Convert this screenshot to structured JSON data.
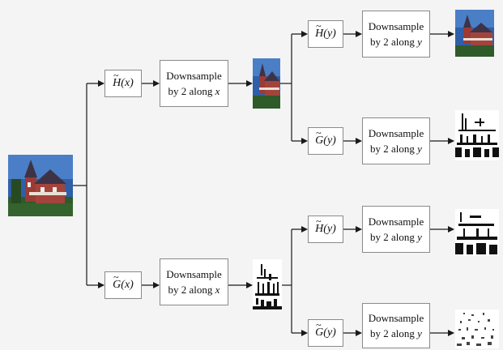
{
  "filters": {
    "hx": {
      "symbol": "H",
      "arg": "(x)"
    },
    "gx": {
      "symbol": "G",
      "arg": "(x)"
    },
    "hy1": {
      "symbol": "H",
      "arg": "(y)"
    },
    "gy1": {
      "symbol": "G",
      "arg": "(y)"
    },
    "hy2": {
      "symbol": "H",
      "arg": "(y)"
    },
    "gy2": {
      "symbol": "G",
      "arg": "(y)"
    }
  },
  "downsample": {
    "word": "Downsample",
    "along": "by 2 along",
    "x": "x",
    "y": "y"
  },
  "images": {
    "input": "house-photo",
    "low_x": "house-photo-narrow",
    "high_x": "house-edge-narrow",
    "ll": "house-photo-small",
    "lh": "house-edge-small",
    "hl": "house-edge-small",
    "hh": "house-edge-faint"
  },
  "colors": {
    "line": "#1a1a1a",
    "box_border": "#8a8a8a",
    "sky": "#2f5fa8",
    "brick": "#9a3b36",
    "roof": "#3e3346",
    "grass": "#2f5a2a"
  }
}
